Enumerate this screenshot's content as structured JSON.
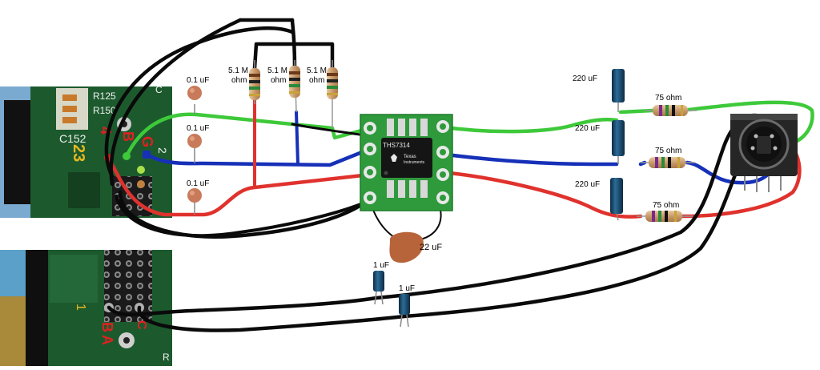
{
  "board_labels": {
    "top_left_c152": "C152",
    "top_left_r125": "R125",
    "top_left_r150": "R150",
    "top_left_c": "C",
    "digits_23": "23",
    "pin_4": "4",
    "pin_2": "2",
    "letter_b": "B",
    "letter_g": "G",
    "bottom_1": "1",
    "bottom_b": "B",
    "bottom_a": "A",
    "bottom_c": "C",
    "bottom_r": "R"
  },
  "components": {
    "cap_01_a": "0.1 uF",
    "cap_01_b": "0.1 uF",
    "cap_01_c": "0.1 uF",
    "res_51_a_line1": "5.1 M",
    "res_51_a_line2": "ohm",
    "res_51_b_line1": "5.1 M",
    "res_51_b_line2": "ohm",
    "res_51_c_line1": "5.1 M",
    "res_51_c_line2": "ohm",
    "cap_220_a": "220 uF",
    "cap_220_b": "220 uF",
    "cap_220_c": "220 uF",
    "res_75_a": "75 ohm",
    "res_75_b": "75 ohm",
    "res_75_c": "75 ohm",
    "cap_22": "22 uF",
    "cap_1_a": "1 uF",
    "cap_1_b": "1 uF"
  },
  "chip": {
    "part": "THS7314",
    "brand_line1": "Texas",
    "brand_line2": "Instruments"
  },
  "colors": {
    "green_wire": "#3ec93a",
    "blue_wire": "#1630b8",
    "red_wire": "#e0322d",
    "black_wire": "#0a0a0a",
    "pcb_green": "#1c5a2e",
    "breakout_green": "#2f9a3c"
  }
}
